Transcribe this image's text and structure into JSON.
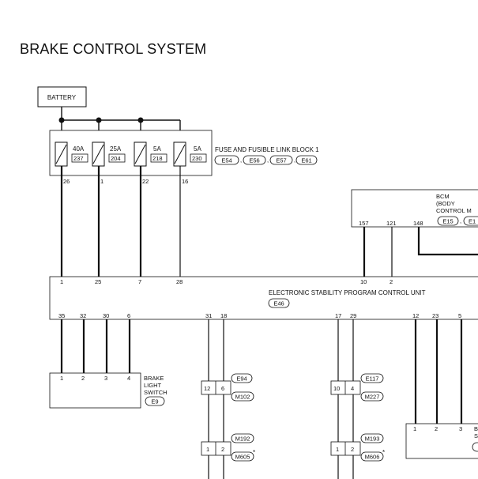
{
  "title": "BRAKE CONTROL SYSTEM",
  "battery": {
    "label": "BATTERY"
  },
  "fuse_block": {
    "name": "FUSE AND FUSIBLE LINK BLOCK 1",
    "connectors": [
      "E54",
      "E56",
      "E57",
      "E61"
    ],
    "fuses": [
      {
        "amp": "40A",
        "num": "237",
        "pin": "26"
      },
      {
        "amp": "25A",
        "num": "204",
        "pin": "1"
      },
      {
        "amp": "5A",
        "num": "218",
        "pin": "22"
      },
      {
        "amp": "5A",
        "num": "230",
        "pin": "16"
      }
    ]
  },
  "bcm": {
    "name_lines": [
      "BCM",
      "(BODY",
      "CONTROL M"
    ],
    "connectors": [
      "E15",
      "E1"
    ],
    "pins": [
      "157",
      "121",
      "148"
    ]
  },
  "espcu": {
    "name": "ELECTRONIC STABILITY PROGRAM CONTROL UNIT",
    "connector": "E46",
    "top_pins": [
      "1",
      "25",
      "7",
      "28",
      "10",
      "2"
    ],
    "bottom_pins": [
      "35",
      "32",
      "30",
      "6",
      "31",
      "18",
      "17",
      "29",
      "12",
      "23",
      "5"
    ]
  },
  "brake_switch": {
    "name_lines": [
      "BRAKE",
      "LIGHT",
      "SWITCH"
    ],
    "connector": "E9",
    "pins": [
      "1",
      "2",
      "3",
      "4"
    ]
  },
  "junction_left": {
    "upper_pins": [
      "12",
      "6"
    ],
    "upper_connectors": [
      "E94",
      "M102"
    ],
    "lower_pins": [
      "1",
      "2"
    ],
    "lower_connectors": [
      "M192",
      "M605"
    ],
    "mark": "*"
  },
  "junction_mid": {
    "upper_pins": [
      "10",
      "4"
    ],
    "upper_connectors": [
      "E117",
      "M227"
    ],
    "lower_pins": [
      "1",
      "2"
    ],
    "lower_connectors": [
      "M193",
      "M606"
    ],
    "mark": "*"
  },
  "right_unit": {
    "pins": [
      "1",
      "2",
      "3"
    ],
    "label_fragment": "B",
    "label_fragment2": "S"
  }
}
